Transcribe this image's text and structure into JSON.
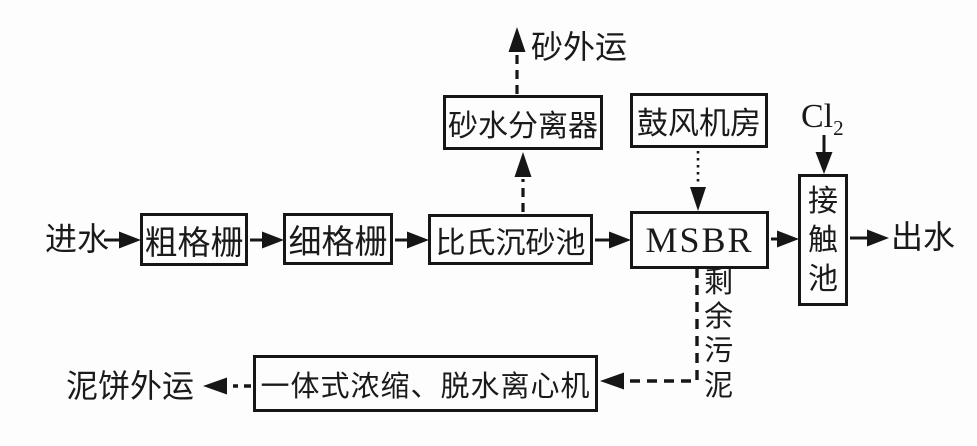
{
  "diagram": {
    "background": "#fdfdfd",
    "ink": "#1a1a1a",
    "nodes": {
      "influent": "进水",
      "coarse_screen": "粗格栅",
      "fine_screen": "细格栅",
      "grit_chamber": "比氏沉砂池",
      "msbr": "MSBR",
      "contact_tank": "接触池",
      "effluent": "出水",
      "sand_separator": "砂水分离器",
      "sand_out": "砂外运",
      "blower_room": "鼓风机房",
      "chlorine_main": "Cl",
      "chlorine_sub": "2",
      "excess_sludge": "剩余污泥",
      "centrifuge": "一体式浓缩、脱水离心机",
      "sludge_cake_out": "泥饼外运"
    },
    "edges": [
      {
        "from": "influent",
        "to": "coarse_screen",
        "style": "solid"
      },
      {
        "from": "coarse_screen",
        "to": "fine_screen",
        "style": "solid"
      },
      {
        "from": "fine_screen",
        "to": "grit_chamber",
        "style": "solid"
      },
      {
        "from": "grit_chamber",
        "to": "msbr",
        "style": "solid"
      },
      {
        "from": "msbr",
        "to": "contact_tank",
        "style": "solid"
      },
      {
        "from": "contact_tank",
        "to": "effluent",
        "style": "solid"
      },
      {
        "from": "grit_chamber",
        "to": "sand_separator",
        "style": "dashed"
      },
      {
        "from": "sand_separator",
        "to": "sand_out",
        "style": "dashed"
      },
      {
        "from": "blower_room",
        "to": "msbr",
        "style": "dotted"
      },
      {
        "from": "chlorine",
        "to": "contact_tank",
        "style": "solid"
      },
      {
        "from": "msbr",
        "to": "centrifuge",
        "style": "dashed",
        "label": "剩余污泥"
      },
      {
        "from": "centrifuge",
        "to": "sludge_cake_out",
        "style": "dashed"
      }
    ]
  }
}
